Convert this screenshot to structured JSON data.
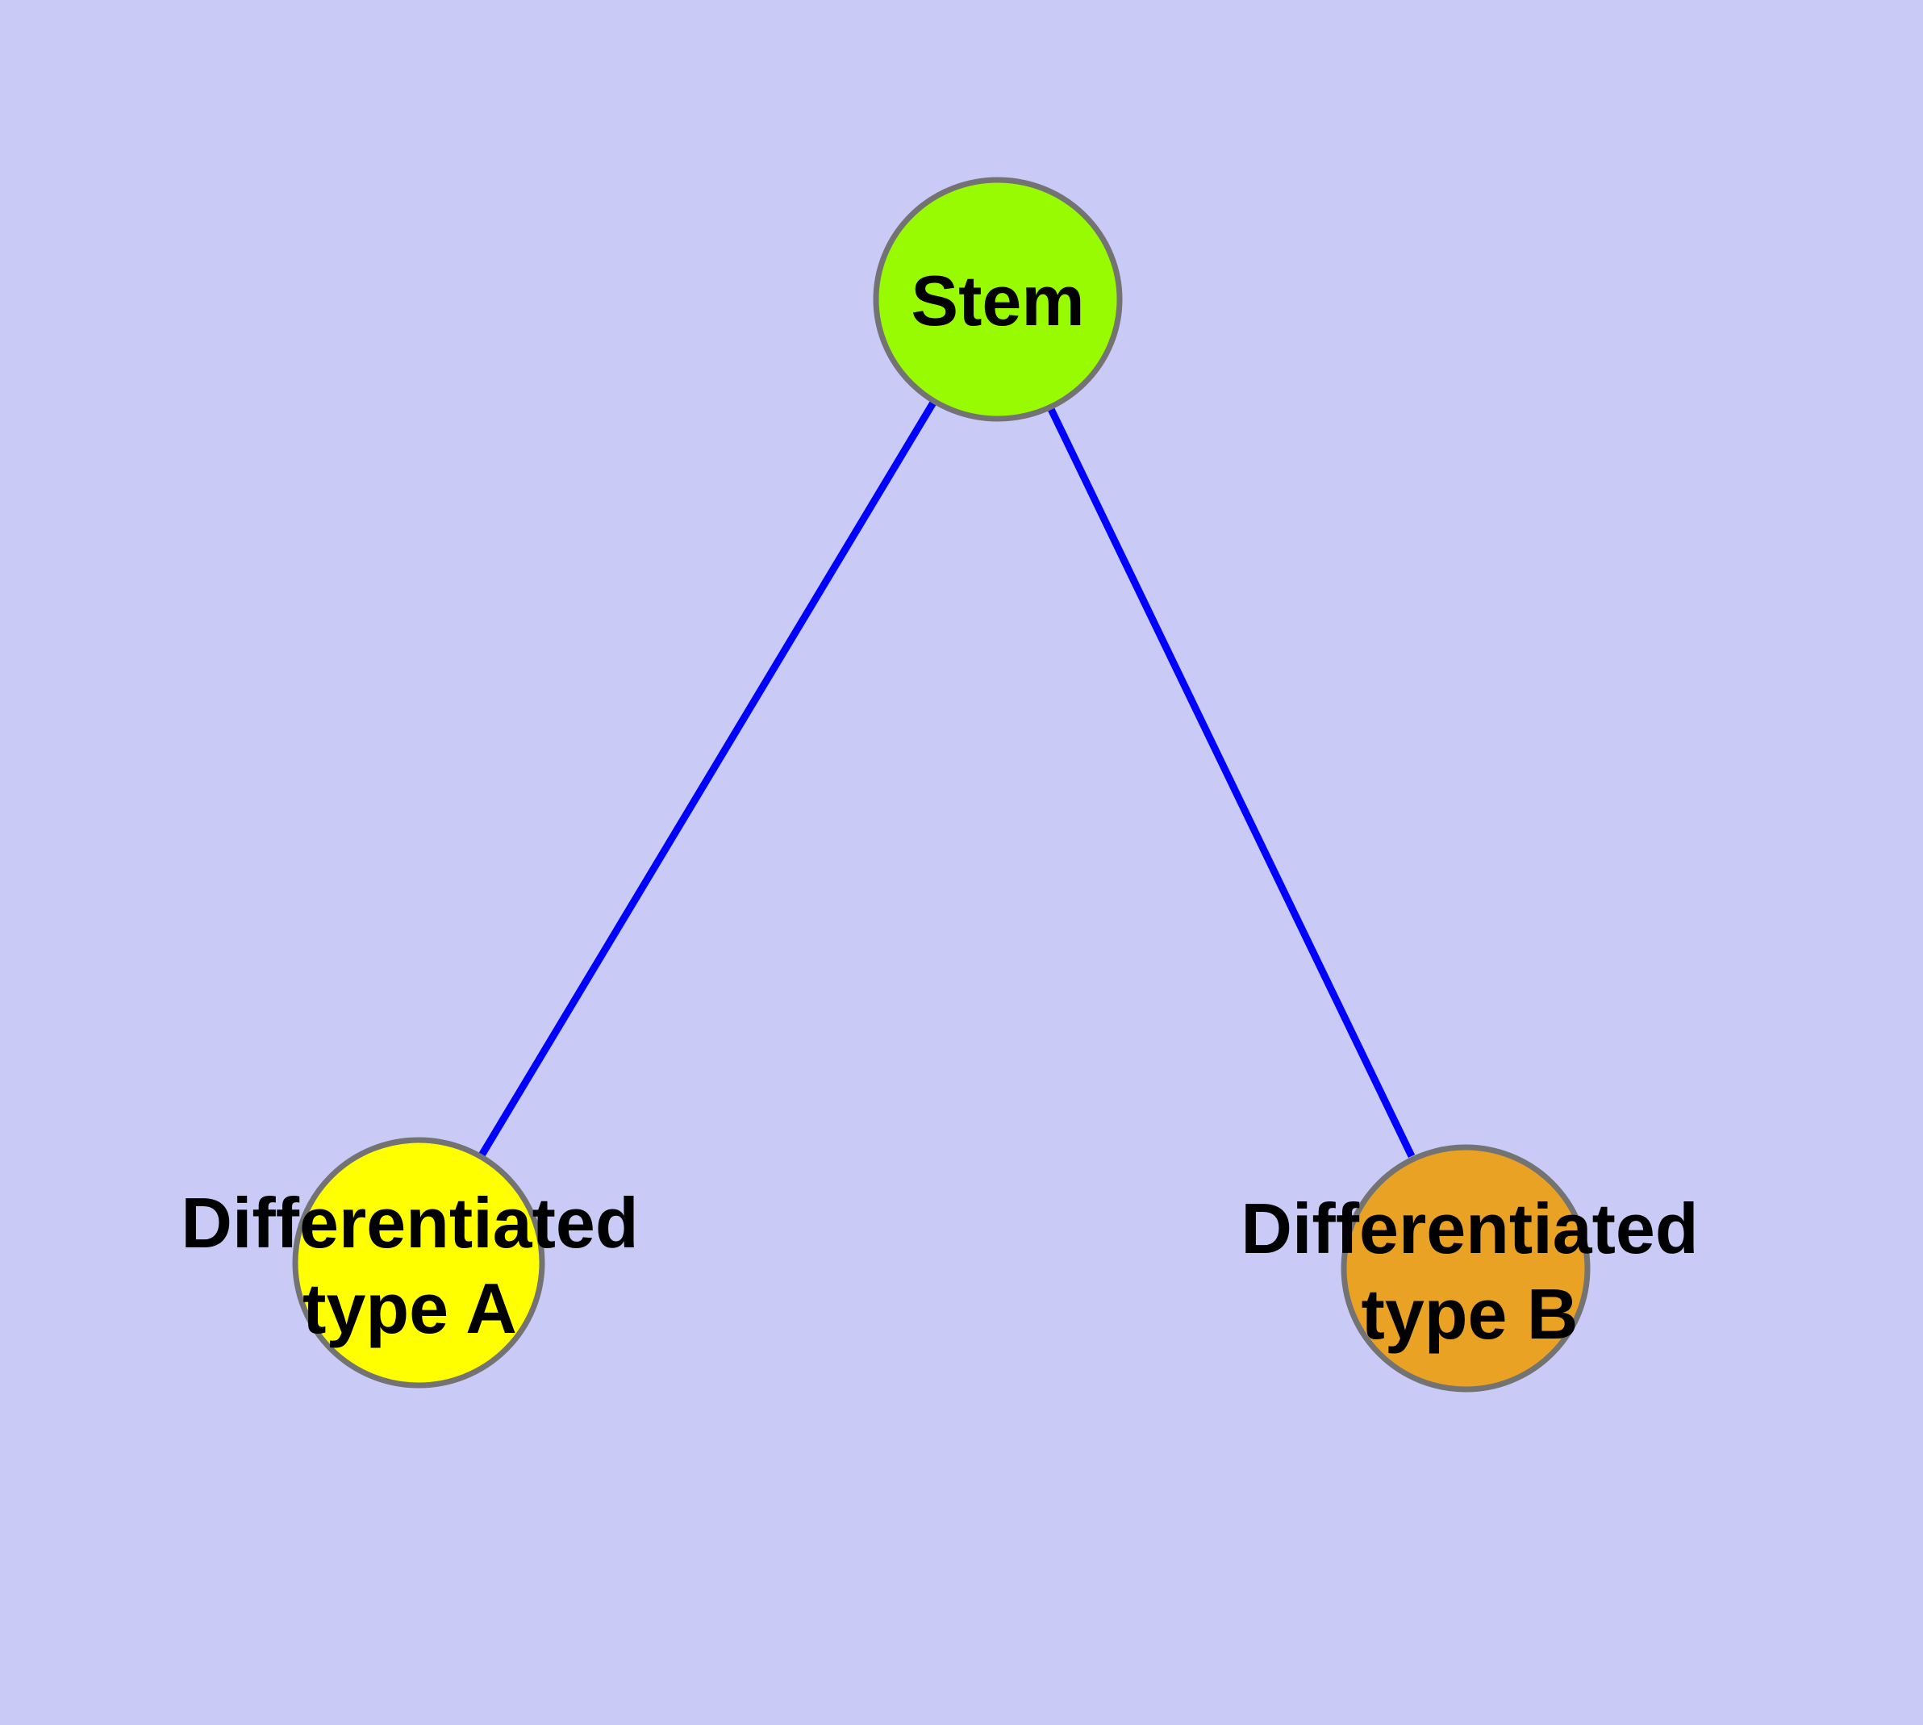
{
  "diagram": {
    "type": "node-graph",
    "background_color": "#CACAF7",
    "edge_color": "#0000FF",
    "node_border_color": "#737373",
    "text_color": "#000000",
    "nodes": {
      "stem": {
        "label": "Stem",
        "fill": "#99FB01"
      },
      "diff_a": {
        "label": "Differentiated type A",
        "label_line1": "Differentiated",
        "label_line2": "type A",
        "fill": "#FFFF00"
      },
      "diff_b": {
        "label": "Differentiated type B",
        "label_line1": "Differentiated",
        "label_line2": "type B",
        "fill": "#E9A223"
      }
    },
    "edges": [
      {
        "from": "Stem",
        "to": "Differentiated type A"
      },
      {
        "from": "Stem",
        "to": "Differentiated type B"
      }
    ]
  }
}
